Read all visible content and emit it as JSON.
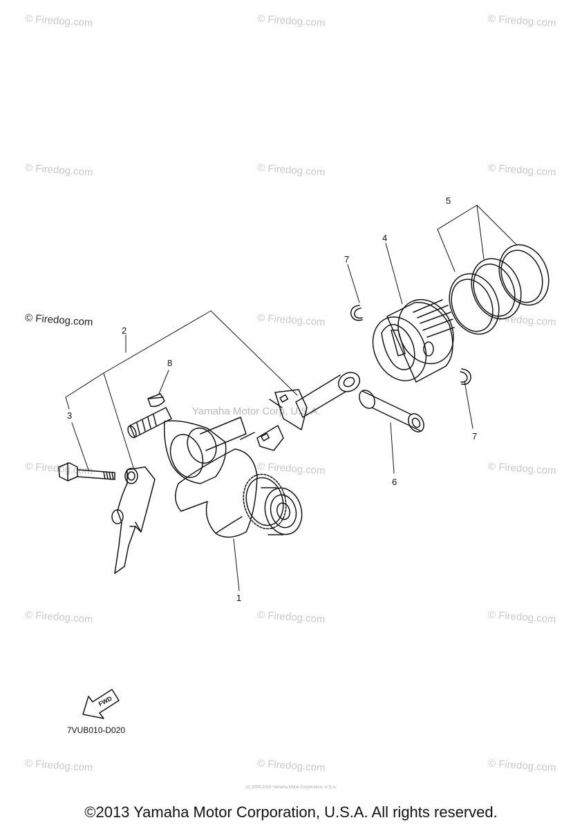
{
  "watermarks": {
    "firedog": "© Firedog.com",
    "yamaha": "Yamaha Motor Corp, U.S.A."
  },
  "callouts": {
    "n1": "1",
    "n2": "2",
    "n3": "3",
    "n4": "4",
    "n5": "5",
    "n6": "6",
    "n7a": "7",
    "n7b": "7",
    "n8": "8"
  },
  "fwd_label": "FWD",
  "diagram_code": "7VUB010-D020",
  "tiny_credit": "(c) 2000-2015 Yamaha Motor Corporation, U.S.A.",
  "copyright": "©2013 Yamaha Motor Corporation, U.S.A. All rights reserved.",
  "colors": {
    "ink": "#111111",
    "watermark": "#c9c9c9"
  }
}
